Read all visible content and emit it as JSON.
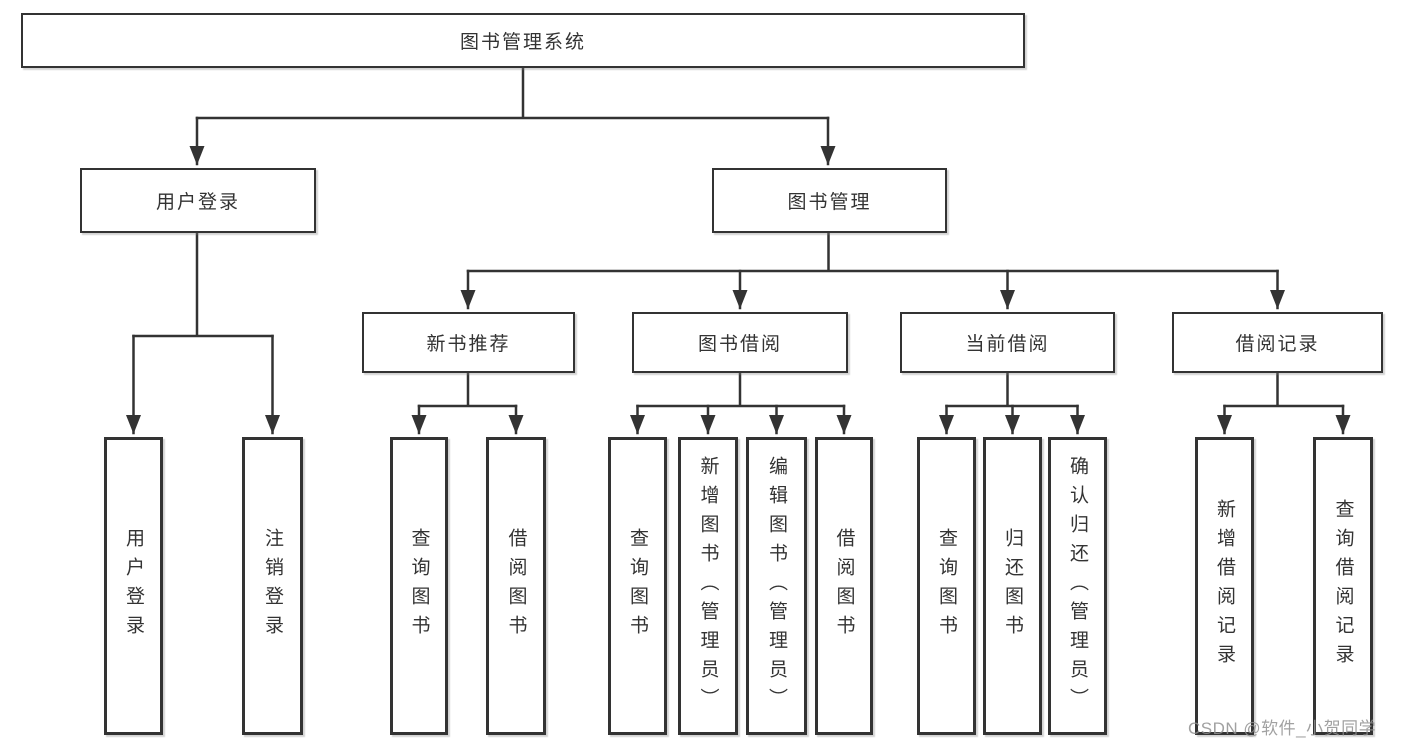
{
  "diagram": {
    "root": {
      "label": "图书管理系统",
      "children": [
        {
          "label": "用户登录",
          "children": [
            {
              "label": "用户登录"
            },
            {
              "label": "注销登录"
            }
          ]
        },
        {
          "label": "图书管理",
          "children": [
            {
              "label": "新书推荐",
              "children": [
                {
                  "label": "查询图书"
                },
                {
                  "label": "借阅图书"
                }
              ]
            },
            {
              "label": "图书借阅",
              "children": [
                {
                  "label": "查询图书"
                },
                {
                  "label": "新增图书（管理员）"
                },
                {
                  "label": "编辑图书（管理员）"
                },
                {
                  "label": "借阅图书"
                }
              ]
            },
            {
              "label": "当前借阅",
              "children": [
                {
                  "label": "查询图书"
                },
                {
                  "label": "归还图书"
                },
                {
                  "label": "确认归还（管理员）"
                }
              ]
            },
            {
              "label": "借阅记录",
              "children": [
                {
                  "label": "新增借阅记录"
                },
                {
                  "label": "查询借阅记录"
                }
              ]
            }
          ]
        }
      ]
    },
    "colors": {
      "line": "#333333",
      "box_border": "#333333",
      "text": "#333333",
      "watermark": "#919191"
    },
    "watermark": "CSDN @软件_小贺同学"
  }
}
